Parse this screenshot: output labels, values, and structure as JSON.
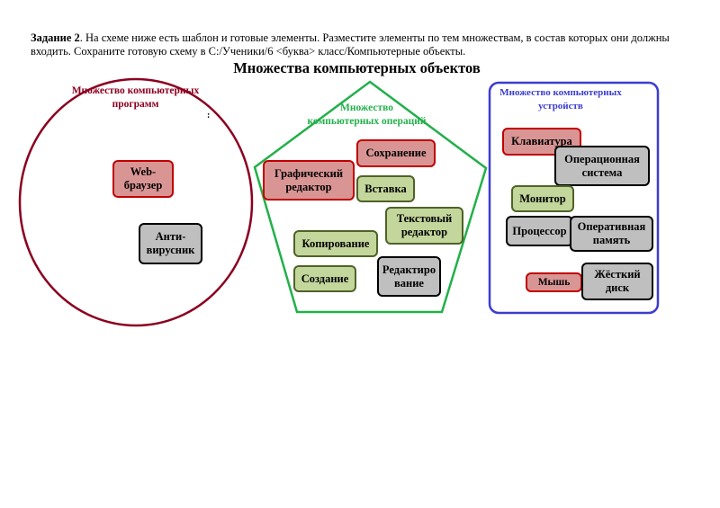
{
  "task": {
    "label": "Задание 2",
    "text": ". На схеме ниже есть шаблон и готовые элементы. Разместите элементы по тем множествам, в состав которых они должны входить. Сохраните готовую схему в С:/Ученики/6 <буква> класс/Компьютерные объекты."
  },
  "title": "Множества компьютерных объектов",
  "sets": {
    "programs": {
      "label": "Множество компьютерных программ",
      "color": "#8b0020"
    },
    "operations": {
      "label": "Множество компьютерных операций",
      "color": "#22b04a"
    },
    "devices": {
      "label": "Множество компьютерных устройств",
      "color": "#3c3cd0"
    }
  },
  "stray_mark": ":",
  "elements": [
    {
      "label": "Web-браузер",
      "style": "red"
    },
    {
      "label": "Анти-вирусник",
      "style": "gray"
    },
    {
      "label": "Сохранение",
      "style": "red"
    },
    {
      "label": "Графический редактор",
      "style": "red"
    },
    {
      "label": "Вставка",
      "style": "green"
    },
    {
      "label": "Текстовый редактор",
      "style": "green"
    },
    {
      "label": "Копирование",
      "style": "green"
    },
    {
      "label": "Создание",
      "style": "green"
    },
    {
      "label": "Редактиро вание",
      "style": "gray"
    },
    {
      "label": "Клавиатура",
      "style": "red"
    },
    {
      "label": "Операционная система",
      "style": "gray"
    },
    {
      "label": "Монитор",
      "style": "green"
    },
    {
      "label": "Процессор",
      "style": "gray"
    },
    {
      "label": "Оперативная память",
      "style": "gray"
    },
    {
      "label": "Мышь",
      "style": "red"
    },
    {
      "label": "Жёсткий диск",
      "style": "gray"
    }
  ]
}
